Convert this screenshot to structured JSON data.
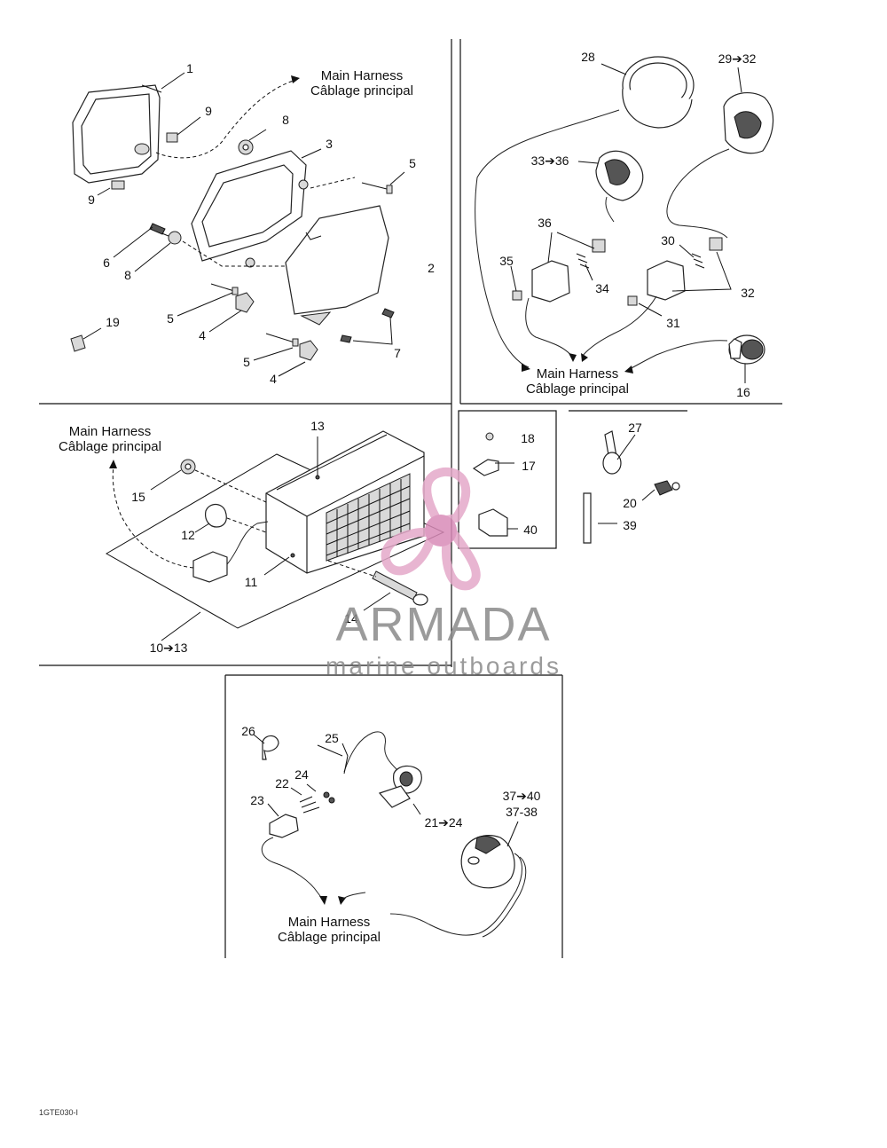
{
  "harness": {
    "en": "Main Harness",
    "fr": "Câblage principal"
  },
  "callouts": {
    "c1": "1",
    "c2": "2",
    "c3": "3",
    "c4a": "4",
    "c4b": "4",
    "c5a": "5",
    "c5b": "5",
    "c5c": "5",
    "c6": "6",
    "c7": "7",
    "c8a": "8",
    "c8b": "8",
    "c9a": "9",
    "c9b": "9",
    "c19": "19",
    "c28": "28",
    "c29": "29➔32",
    "c33": "33➔36",
    "c36": "36",
    "c35": "35",
    "c34": "34",
    "c30": "30",
    "c32": "32",
    "c31": "31",
    "c16": "16",
    "c13": "13",
    "c15": "15",
    "c12": "12",
    "c11": "11",
    "c14": "14",
    "c10": "10➔13",
    "c18": "18",
    "c17": "17",
    "c40": "40",
    "c27": "27",
    "c20": "20",
    "c39": "39",
    "c26": "26",
    "c25": "25",
    "c24": "24",
    "c22": "22",
    "c23": "23",
    "c21": "21➔24",
    "c37a": "37➔40",
    "c37b": "37-38"
  },
  "watermark": {
    "brand": "ARMADA",
    "tagline": "marine outboards",
    "colors": {
      "logo_pink": "#e4a9c9",
      "logo_dark": "#c7589b",
      "text_gray": "#8a8a8a"
    }
  },
  "drawing_code": "1GTE030-I"
}
